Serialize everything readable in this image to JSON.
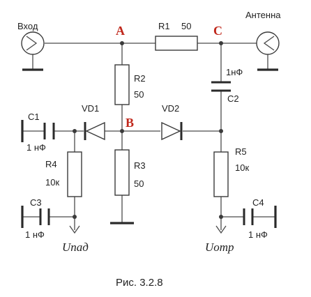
{
  "ports": {
    "input": "Вход",
    "antenna": "Антенна"
  },
  "nodes": {
    "a": "A",
    "b": "B",
    "c": "C"
  },
  "components": {
    "r1": {
      "name": "R1",
      "value": "50"
    },
    "r2": {
      "name": "R2",
      "value": "50"
    },
    "r3": {
      "name": "R3",
      "value": "50"
    },
    "r4": {
      "name": "R4",
      "value": "10к"
    },
    "r5": {
      "name": "R5",
      "value": "10к"
    },
    "c1": {
      "name": "C1",
      "value": "1 нФ"
    },
    "c2": {
      "name": "C2",
      "value": "1нФ"
    },
    "c3": {
      "name": "C3",
      "value": "1 нФ"
    },
    "c4": {
      "name": "C4",
      "value": "1 нФ"
    },
    "vd1": {
      "name": "VD1"
    },
    "vd2": {
      "name": "VD2"
    }
  },
  "supplies": {
    "upad": "Uпад",
    "uotr": "Uотр"
  },
  "caption": "Рис. 3.2.8",
  "colors": {
    "node_labels": "#c0281c",
    "lines": "#3a3a3a"
  }
}
